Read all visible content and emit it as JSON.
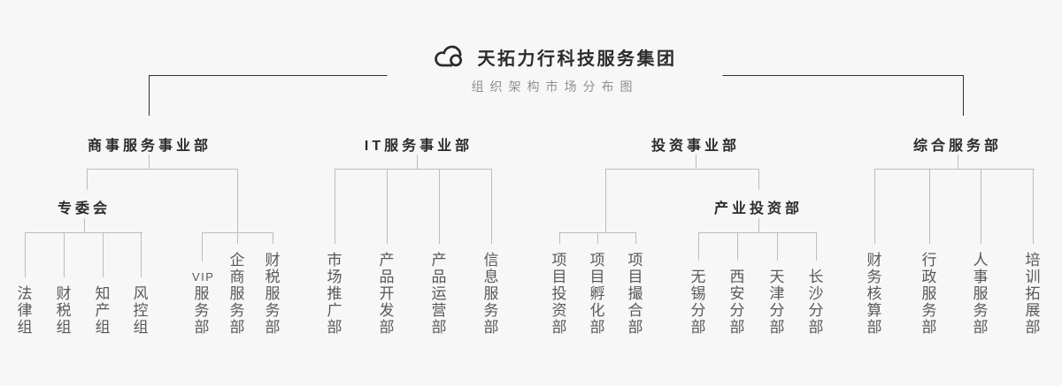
{
  "header": {
    "title": "天拓力行科技服务集团",
    "subtitle": "组织架构市场分布图",
    "logo_icon": "cloud-icon"
  },
  "org": {
    "sections": [
      {
        "title": "商事服务事业部",
        "children": [
          {
            "type": "node",
            "title": "专委会",
            "leaves": [
              "法律组",
              "财税组",
              "知产组",
              "风控组"
            ]
          },
          {
            "type": "group",
            "leaves": [
              "VIP服务部",
              "企商服务部",
              "财税服务部"
            ]
          }
        ]
      },
      {
        "title": "IT服务事业部",
        "children": [
          {
            "type": "direct",
            "leaves": [
              "市场推广部",
              "产品开发部",
              "产品运营部",
              "信息服务部"
            ]
          }
        ]
      },
      {
        "title": "投资事业部",
        "children": [
          {
            "type": "group",
            "leaves": [
              "项目投资部",
              "项目孵化部",
              "项目撮合部"
            ]
          },
          {
            "type": "node",
            "title": "产业投资部",
            "leaves": [
              "无锡分部",
              "西安分部",
              "天津分部",
              "长沙分部"
            ]
          }
        ]
      },
      {
        "title": "综合服务部",
        "children": [
          {
            "type": "direct",
            "leaves": [
              "财务核算部",
              "行政服务部",
              "人事服务部",
              "培训拓展部"
            ]
          }
        ]
      }
    ]
  },
  "colors": {
    "background": "#f7f7f7",
    "line": "#bcbcbc",
    "bracket": "#2e2e2e",
    "title_text": "#2b2b2b",
    "leaf_text": "#595959",
    "subtitle_text": "#8f8f8f"
  }
}
